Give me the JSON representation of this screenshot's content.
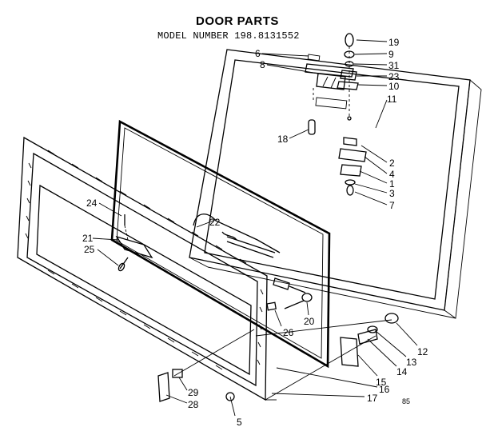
{
  "header": {
    "title": "DOOR PARTS",
    "model_line": "MODEL NUMBER 198.8131552"
  },
  "corner_note": "85",
  "callouts": [
    {
      "id": "c19",
      "label": "19"
    },
    {
      "id": "c6",
      "label": "6"
    },
    {
      "id": "c9",
      "label": "9"
    },
    {
      "id": "c8",
      "label": "8"
    },
    {
      "id": "c31",
      "label": "31"
    },
    {
      "id": "c23",
      "label": "23"
    },
    {
      "id": "c10",
      "label": "10"
    },
    {
      "id": "c11",
      "label": "11"
    },
    {
      "id": "c18",
      "label": "18"
    },
    {
      "id": "c2",
      "label": "2"
    },
    {
      "id": "c4",
      "label": "4"
    },
    {
      "id": "c1",
      "label": "1"
    },
    {
      "id": "c3",
      "label": "3"
    },
    {
      "id": "c7",
      "label": "7"
    },
    {
      "id": "c24",
      "label": "24"
    },
    {
      "id": "c22",
      "label": "22"
    },
    {
      "id": "c21",
      "label": "21"
    },
    {
      "id": "c25",
      "label": "25"
    },
    {
      "id": "c20",
      "label": "20"
    },
    {
      "id": "c26",
      "label": "26"
    },
    {
      "id": "c12",
      "label": "12"
    },
    {
      "id": "c13",
      "label": "13"
    },
    {
      "id": "c14",
      "label": "14"
    },
    {
      "id": "c15",
      "label": "15"
    },
    {
      "id": "c16",
      "label": "16"
    },
    {
      "id": "c17",
      "label": "17"
    },
    {
      "id": "c29",
      "label": "29"
    },
    {
      "id": "c28",
      "label": "28"
    },
    {
      "id": "c5",
      "label": "5"
    }
  ]
}
